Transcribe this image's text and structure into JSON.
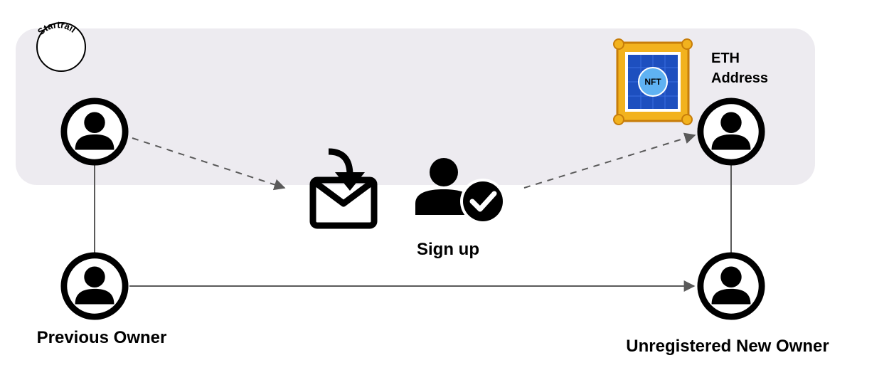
{
  "brand": {
    "logo_text": "Startrail"
  },
  "nodes": {
    "previous_owner": {
      "label": "Previous Owner"
    },
    "new_owner": {
      "label": "Unregistered New Owner"
    }
  },
  "steps": {
    "signup": {
      "label": "Sign up"
    }
  },
  "nft": {
    "badge_text": "NFT",
    "address_line1": "ETH",
    "address_line2": "Address"
  },
  "colors": {
    "platform_band": "#edebf0",
    "arrow": "#5a5a5a",
    "frame_gold": "#f2b21e",
    "nft_blue": "#1d4fbf"
  }
}
